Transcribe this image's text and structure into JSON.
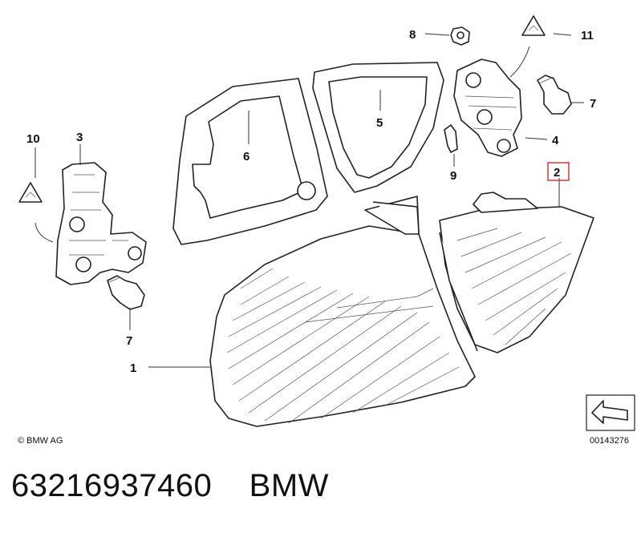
{
  "diagram": {
    "callouts": {
      "c1": "1",
      "c2": "2",
      "c3": "3",
      "c4": "4",
      "c5": "5",
      "c6": "6",
      "c7a": "7",
      "c7b": "7",
      "c8": "8",
      "c9": "9",
      "c10": "10",
      "c11": "11"
    },
    "highlighted_callout": "2",
    "highlight_color": "#e0323c",
    "copyright": "© BMW AG",
    "drawing_number": "00143276"
  },
  "footer": {
    "part_number": "63216937460",
    "brand": "BMW"
  }
}
